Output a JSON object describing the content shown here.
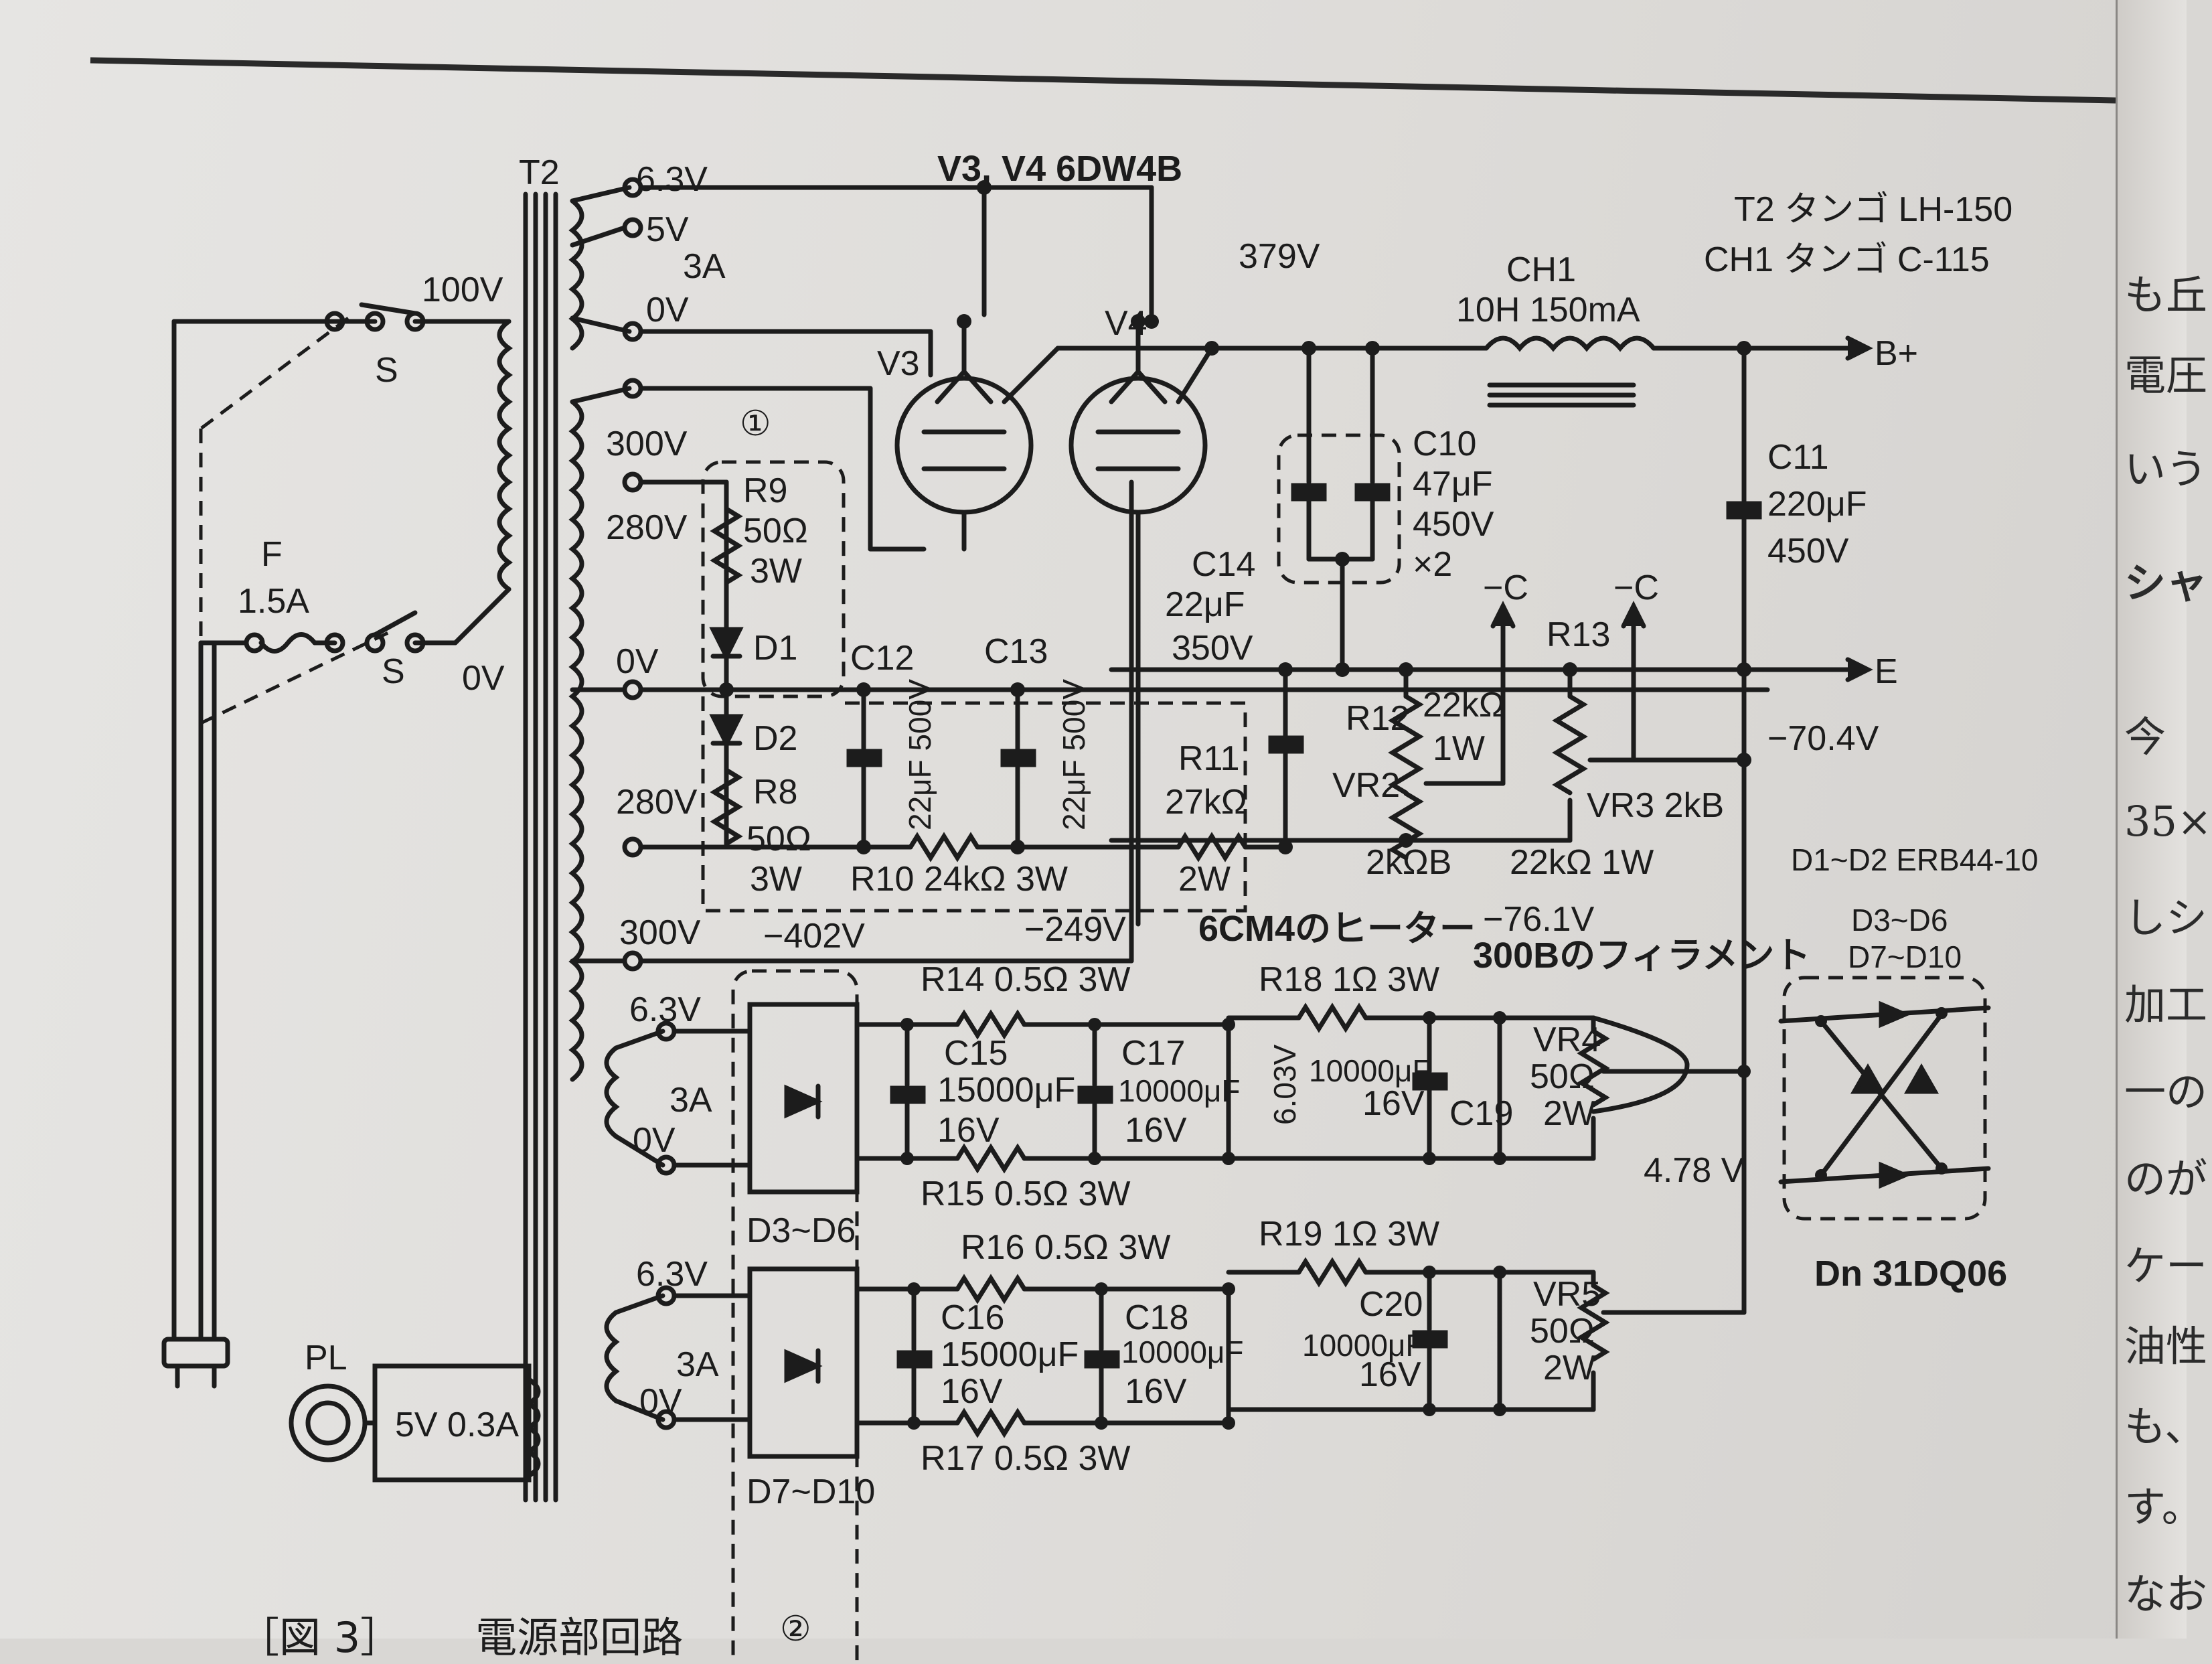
{
  "transformer_id": "T2",
  "tube_title": "V3, V4  6DW4B",
  "tube_v3": "V3",
  "tube_v4": "V4",
  "parts_note": [
    "T2 タンゴ LH-150",
    "CH1 タンゴ C-115"
  ],
  "taps": {
    "heater_top": "6.3V",
    "five_v": "5V",
    "three_a": "3A",
    "zero_top": "0V",
    "t300_top": "300V",
    "t280_top": "280V",
    "zero_mid": "0V",
    "t280_bot": "280V",
    "t300_bot": "300V"
  },
  "primary": {
    "v100": "100V",
    "s1": "S",
    "s2": "S",
    "zero": "0V",
    "fuse_f": "F",
    "fuse_a": "1.5A"
  },
  "voltages": {
    "b_plus": "379V",
    "neg_402": "−402V",
    "neg_249": "−249V",
    "neg_70": "−70.4V",
    "neg_76": "−76.1V",
    "v478": "4.78 V",
    "v603": "6.03V"
  },
  "choke": {
    "name": "CH1",
    "spec": "10H 150mA"
  },
  "outputs": {
    "b_plus": "B+",
    "c1": "−C",
    "c2": "−C",
    "e": "E"
  },
  "group_labels": {
    "circle1": "①",
    "circle2": "②"
  },
  "components": {
    "r9": [
      "R9",
      "50Ω",
      "3W"
    ],
    "d1": "D1",
    "d2": "D2",
    "r8": [
      "R8",
      "50Ω",
      "3W"
    ],
    "c12": "C12",
    "c13": "C13",
    "c12_val": "22μF 500V",
    "c13_val": "22μF 500V",
    "r10": "R10 24kΩ 3W",
    "r11": [
      "R11",
      "27kΩ",
      "2W"
    ],
    "c14": [
      "C14",
      "22μF",
      "350V"
    ],
    "c10": [
      "C10",
      "47μF",
      "450V",
      "×2"
    ],
    "c11": [
      "C11",
      "220μF",
      "450V"
    ],
    "r12": [
      "R12",
      "22kΩ",
      "1W"
    ],
    "vr2": "VR2",
    "vr2_val": "2kΩB",
    "r13": "R13",
    "r13_val": "22kΩ 1W",
    "vr3": "VR3 2kB"
  },
  "heater_notes": {
    "h6cm4": "6CM4のヒーター",
    "f300b": "300Bのフィラメント"
  },
  "heater1": {
    "tap_v": "6.3V",
    "tap_a": "3A",
    "tap_0": "0V",
    "bridge": "D3~D6",
    "r14": "R14 0.5Ω 3W",
    "r15": "R15 0.5Ω 3W",
    "c15": [
      "C15",
      "15000μF",
      "16V"
    ],
    "c17": [
      "C17",
      "10000μF",
      "16V"
    ],
    "r18": "R18 1Ω 3W",
    "c19_val": [
      "10000μF",
      "16V"
    ],
    "c19": "C19",
    "vr4": [
      "VR4",
      "50Ω",
      "2W"
    ]
  },
  "heater2": {
    "tap_v": "6.3V",
    "tap_a": "3A",
    "tap_0": "0V",
    "bridge": "D7~D10",
    "r16": "R16 0.5Ω 3W",
    "r17": "R17 0.5Ω 3W",
    "c16": [
      "C16",
      "15000μF",
      "16V"
    ],
    "c18": [
      "C18",
      "10000μF",
      "16V"
    ],
    "r19": "R19 1Ω 3W",
    "c20": [
      "C20",
      "10000μF",
      "16V"
    ],
    "vr5": [
      "VR5",
      "50Ω",
      "2W"
    ]
  },
  "pilot": {
    "pl": "PL",
    "spec": "5V 0.3A"
  },
  "diode_notes": {
    "d1d2": "D1~D2 ERB44-10",
    "d3d6": "D3~D6",
    "d7d10": "D7~D10",
    "dn": "Dn 31DQ06"
  },
  "caption": {
    "fig": "［図 3］",
    "title": "電源部回路"
  },
  "facing_page": [
    "も丘",
    "電圧",
    "いう",
    "シャ",
    "今",
    "35×",
    "しシ",
    "加工",
    "一の",
    "のが",
    "ケー",
    "油性",
    "も、",
    "す。",
    "なお"
  ],
  "colors": {
    "ink": "#1c1c1c",
    "paper": "#e2e0dd"
  }
}
